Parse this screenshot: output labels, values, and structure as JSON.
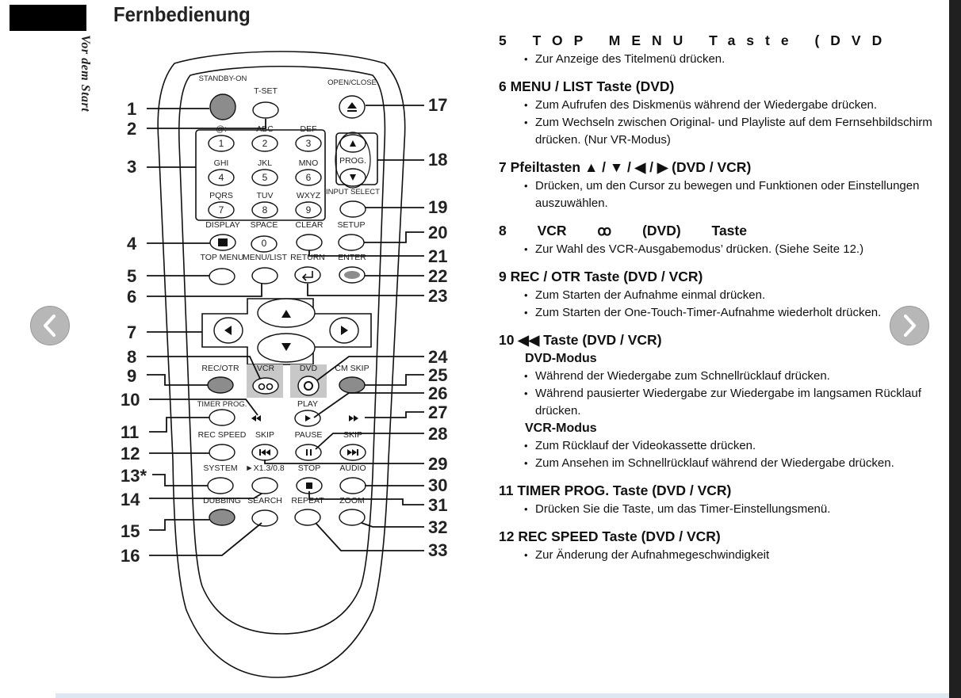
{
  "page": {
    "heading": "Fernbedienung",
    "side_title": "Vor dem Start"
  },
  "remote": {
    "button_labels": {
      "standby": "STANDBY-ON",
      "tset": "T-SET",
      "open_close": "OPEN/CLOSE",
      "k1": "@:",
      "k2": "ABC",
      "k3": "DEF",
      "k4": "GHI",
      "k5": "JKL",
      "k6": "MNO",
      "k7": "PQRS",
      "k8": "TUV",
      "k9": "WXYZ",
      "prog": "PROG.",
      "input_select": "INPUT SELECT",
      "display": "DISPLAY",
      "space": "SPACE",
      "clear": "CLEAR",
      "setup": "SETUP",
      "top_menu": "TOP MENU",
      "menu_list": "MENU/LIST",
      "return": "RETURN",
      "enter": "ENTER",
      "rec_otr": "REC/OTR",
      "vcr": "VCR",
      "dvd": "DVD",
      "cm_skip": "CM SKIP",
      "timer_prog": "TIMER PROG.",
      "play": "PLAY",
      "rec_speed": "REC SPEED",
      "skip_back": "SKIP",
      "pause": "PAUSE",
      "skip_fwd": "SKIP",
      "system": "SYSTEM",
      "x13": "►X1.3/0.8",
      "stop": "STOP",
      "audio": "AUDIO",
      "dubbing": "DUBBING",
      "search": "SEARCH",
      "repeat": "REPEAT",
      "zoom": "ZOOM"
    },
    "digits": [
      "1",
      "2",
      "3",
      "4",
      "5",
      "6",
      "7",
      "8",
      "9",
      "0"
    ],
    "callouts": {
      "c1": "1",
      "c2": "2",
      "c3": "3",
      "c4": "4",
      "c5": "5",
      "c6": "6",
      "c7": "7",
      "c8": "8",
      "c9": "9",
      "c10": "10",
      "c11": "11",
      "c12": "12",
      "c13": "13*",
      "c14": "14",
      "c15": "15",
      "c16": "16",
      "c17": "17",
      "c18": "18",
      "c19": "19",
      "c20": "20",
      "c21": "21",
      "c22": "22",
      "c23": "23",
      "c24": "24",
      "c25": "25",
      "c26": "26",
      "c27": "27",
      "c28": "28",
      "c29": "29",
      "c30": "30",
      "c31": "31",
      "c32": "32",
      "c33": "33"
    }
  },
  "sections": [
    {
      "heading": "5 TOP MENU Taste (DVD",
      "bullets": [
        "Zur Anzeige des Titelmenü drücken."
      ]
    },
    {
      "heading": "6 MENU / LIST Taste (DVD)",
      "bullets": [
        "Zum Aufrufen des Diskmenüs während der Wiedergabe drücken.",
        "Zum Wechseln zwischen Original- und Playliste auf dem Fernsehbildschirm drücken. (Nur VR-Modus)"
      ]
    },
    {
      "heading": "7 Pfeiltasten    ▲ / ▼ / ◀ / ▶ (DVD / VCR)",
      "bullets": [
        "Drücken, um den Cursor zu bewegen und Funktionen oder Einstellungen auszuwählen."
      ]
    },
    {
      "heading": "8 VCR ꝏ (DVD) Taste",
      "bullets": [
        "Zur Wahl des VCR-Ausgabemodus’ drücken. (Siehe Seite 12.)"
      ]
    },
    {
      "heading": "9 REC / OTR Taste (DVD / VCR)",
      "bullets": [
        "Zum Starten der Aufnahme einmal drücken.",
        "Zum Starten der One-Touch-Timer-Aufnahme wiederholt drücken."
      ]
    },
    {
      "heading": "10 ◀◀ Taste (DVD / VCR)",
      "groups": [
        {
          "label": "DVD-Modus",
          "bullets": [
            "Während der Wiedergabe zum Schnellrücklauf drücken.",
            "Während pausierter Wiedergabe zur Wiedergabe im langsamen Rücklauf drücken."
          ]
        },
        {
          "label": "VCR-Modus",
          "bullets": [
            "Zum Rücklauf der Videokassette drücken.",
            "Zum Ansehen im Schnellrücklauf während der Wiedergabe drücken."
          ]
        }
      ]
    },
    {
      "heading": "11 TIMER PROG. Taste (DVD / VCR)",
      "bullets": [
        "Drücken Sie die Taste, um das Timer-Einstellungsmenü."
      ]
    },
    {
      "heading": "12 REC SPEED Taste (DVD / VCR)",
      "bullets": [
        "Zur Änderung der Aufnahmegeschwindigkeit"
      ]
    }
  ],
  "colors": {
    "gray_button": "#8c8c8c",
    "highlight": "#c8c8c8",
    "ink": "#111111"
  },
  "nav": {
    "prev_icon": "chevron-left-icon",
    "next_icon": "chevron-right-icon"
  }
}
